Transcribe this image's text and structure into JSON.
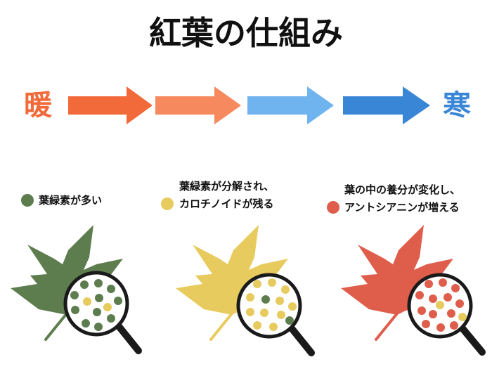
{
  "title": "紅葉の仕組み",
  "scale": {
    "warm_label": "暖",
    "cold_label": "寒"
  },
  "stages": [
    {
      "lines": [
        "葉緑素が多い"
      ]
    },
    {
      "lines": [
        "葉緑素が分解され、",
        "カロチノイドが残る"
      ]
    },
    {
      "lines": [
        "葉の中の養分が変化し、",
        "アントシアニンが増える"
      ]
    }
  ],
  "colors": {
    "warm": "#f2693a",
    "cold": "#3a86d6",
    "arrow_1": "#f2693a",
    "arrow_2": "#f6895e",
    "arrow_3": "#6fb3ef",
    "arrow_4": "#3a86d6",
    "green": "#5e7d4e",
    "yellow": "#e8cb5e",
    "red": "#df5d4b"
  }
}
